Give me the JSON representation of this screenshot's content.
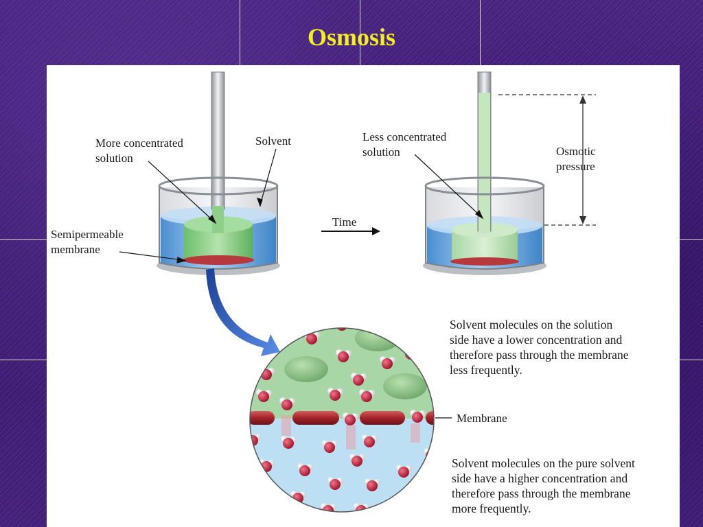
{
  "slide": {
    "title": "Osmosis"
  },
  "labels": {
    "more_concentrated": "More concentrated\nsolution",
    "solvent": "Solvent",
    "semipermeable": "Semipermeable\nmembrane",
    "less_concentrated": "Less concentrated\nsolution",
    "osmotic_pressure": "Osmotic\npressure",
    "time": "Time",
    "membrane": "Membrane"
  },
  "descriptions": {
    "solution_side": "Solvent molecules on the solution\nside have a lower concentration and\ntherefore pass through the membrane\nless frequently.",
    "solvent_side": "Solvent molecules on the pure solvent\nside have a higher concentration and\ntherefore pass through the membrane\nmore frequently."
  },
  "colors": {
    "title": "#f2ee22",
    "background": "#3b1872",
    "solvent_blue": "#5a9fd8",
    "solution_green": "#8fcf8a",
    "membrane_red": "#a0262e",
    "water_oxygen": "#c8243a"
  }
}
